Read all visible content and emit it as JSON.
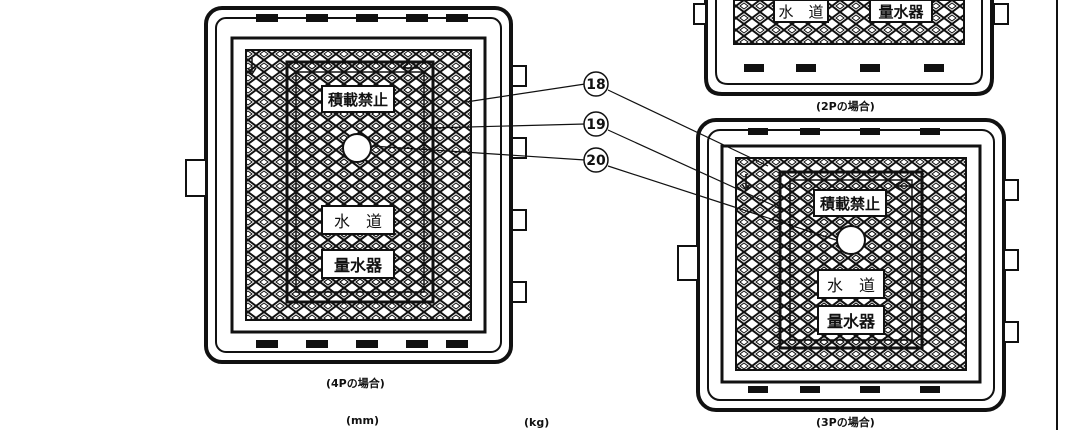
{
  "labels": {
    "lid_text_1": "積載禁止",
    "lid_text_2": "水　道",
    "lid_text_3": "量水器"
  },
  "callouts": [
    "18",
    "19",
    "20"
  ],
  "captions": {
    "four_p": "(4Pの場合)",
    "two_p": "(2Pの場合)",
    "three_p": "(3Pの場合)",
    "mm": "(mm)",
    "kg": "(kg)"
  },
  "colors": {
    "ink": "#111111",
    "paper": "#ffffff"
  }
}
